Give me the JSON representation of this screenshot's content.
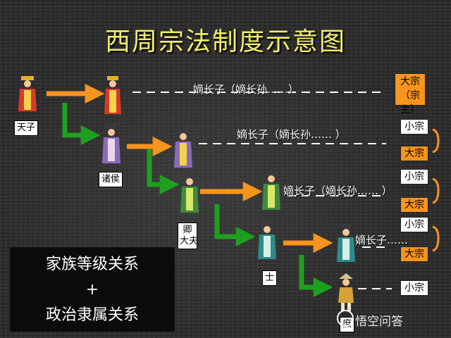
{
  "title": "西周宗法制度示意图",
  "ranks": {
    "tianzi": "天子",
    "zhuhou": "诸侯",
    "qing_top": "卿",
    "qing_bottom": "大夫",
    "shi": "士",
    "shu": "庶"
  },
  "succession": {
    "row1": "嫡长子（嫡长孙……）",
    "row2": "嫡长子（嫡长孙…… ）",
    "row3": "嫡长子（嫡长孙…… ）",
    "row4": "嫡长子……"
  },
  "clan": {
    "dazong_zongzhu_line1": "大宗",
    "dazong_zongzhu_line2": "（宗主）",
    "xiaozong_1": "小宗",
    "dazong_1": "大宗",
    "xiaozong_2": "小宗",
    "dazong_2": "大宗",
    "xiaozong_3": "小宗",
    "dazong_3": "大宗",
    "xiaozong_4": "小宗"
  },
  "summary": {
    "line1": "家族等级关系",
    "line2": "+",
    "line3": "政治隶属关系"
  },
  "watermark": "悟空问答",
  "colors": {
    "title": "#f2ef6a",
    "arrow_orange": "#f7941d",
    "arrow_green": "#1ea01e",
    "dazong_box": "#f7941d",
    "xiaozong_box": "#ffffff",
    "bracket": "#f7941d"
  },
  "icons": [
    "emperor-figure",
    "noble-figure",
    "official-figure",
    "commoner-figure",
    "watermark-logo-icon"
  ]
}
